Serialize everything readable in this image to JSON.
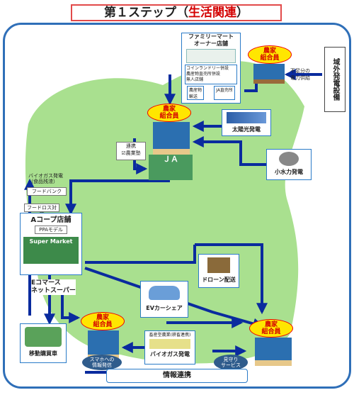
{
  "title": {
    "main": "第１ステップ（",
    "highlight": "生活関連",
    "tail": "）"
  },
  "family_mart": {
    "title": "ファミリーマート\nオーナー店舗",
    "lines": [
      "コインランドリー併設",
      "農産物直売所併設",
      "無人店舗"
    ],
    "tag1": "農産物\n輸送",
    "tag2": "JA直売所"
  },
  "farmer_label": "農家\n組合員",
  "external_power": {
    "label": "域外発電設備",
    "note": "不足分の\n電力供給"
  },
  "solar": {
    "label": "太陽光発電"
  },
  "hydro": {
    "label": "小水力発電"
  },
  "renkei": {
    "label": "連携\n☑農業塾"
  },
  "ja": {
    "label": "ＪＡ"
  },
  "biogas_top": {
    "label": "バイオガス発電\n（食品残渣）"
  },
  "food_bank": {
    "label": "フードバンク"
  },
  "food_loss": {
    "label": "フードロス対策"
  },
  "coop": {
    "title": "Aコープ店舗",
    "sub": "PPAモデル",
    "sign": "Super Market"
  },
  "ecommerce": {
    "label": "Eコマース\nネットスーパー"
  },
  "drone": {
    "label": "ドローン配送"
  },
  "ev": {
    "label": "EVカーシェア"
  },
  "mobile_shop": {
    "label": "移動購買車"
  },
  "biogas_bottom": {
    "title": "畜産型農業(耕畜連携)",
    "sub": "バイオガス発電"
  },
  "info_send": {
    "label": "スマホへの\n情報発信"
  },
  "watch": {
    "label": "見守り\nサービス"
  },
  "info_link": {
    "label": "情報連携"
  },
  "colors": {
    "frame": "#2f6fb8",
    "land": "#a9e08f",
    "arrow": "#0a2b9e",
    "badge": "#ffe600"
  }
}
